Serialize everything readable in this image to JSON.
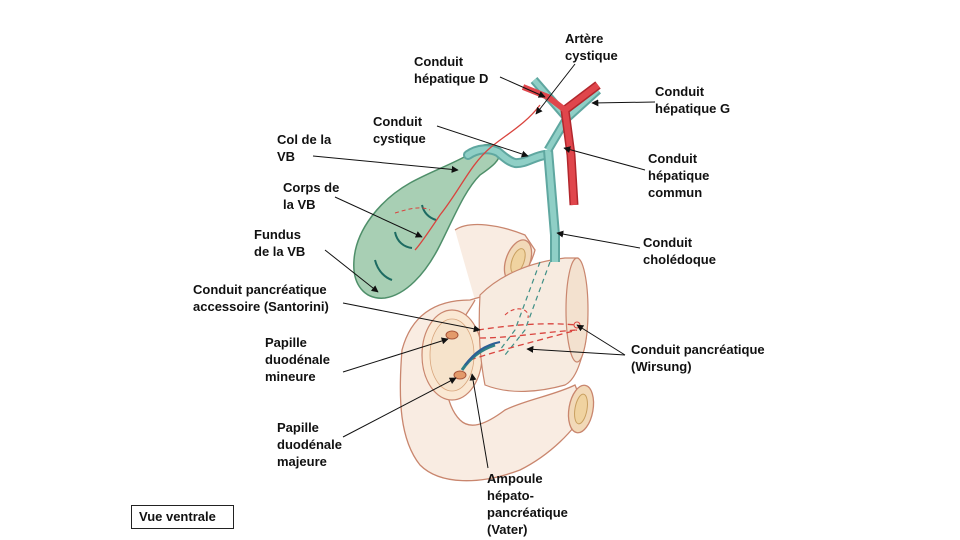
{
  "labels": {
    "conduit_hepatique_d": "Conduit\nhépatique D",
    "artere_cystique": "Artère\ncystique",
    "conduit_hepatique_g": "Conduit\nhépatique G",
    "conduit_cystique": "Conduit\ncystique",
    "col_vb": "Col de la\nVB",
    "conduit_hepatique_commun": "Conduit\nhépatique\ncommun",
    "corps_vb": "Corps de\nla VB",
    "fundus_vb": "Fundus\nde la VB",
    "conduit_choledoque": "Conduit\ncholédoque",
    "conduit_santorini": "Conduit pancréatique\naccessoire (Santorini)",
    "conduit_wirsung": "Conduit pancréatique\n(Wirsung)",
    "papille_mineure": "Papille\nduodénale\nmineure",
    "papille_majeure": "Papille\nduodénale\nmajeure",
    "ampoule_vater": "Ampoule\nhépato-\npancréatique\n(Vater)"
  },
  "view_label": "Vue ventrale",
  "colors": {
    "gallbladder": "#8fc4a6",
    "bile_duct": "#7fc1b8",
    "artery": "#e0464c",
    "pancreas": "#f5e6d8",
    "duodenum": "#f8eadf",
    "outline": "#c9866e",
    "text": "#111111"
  }
}
